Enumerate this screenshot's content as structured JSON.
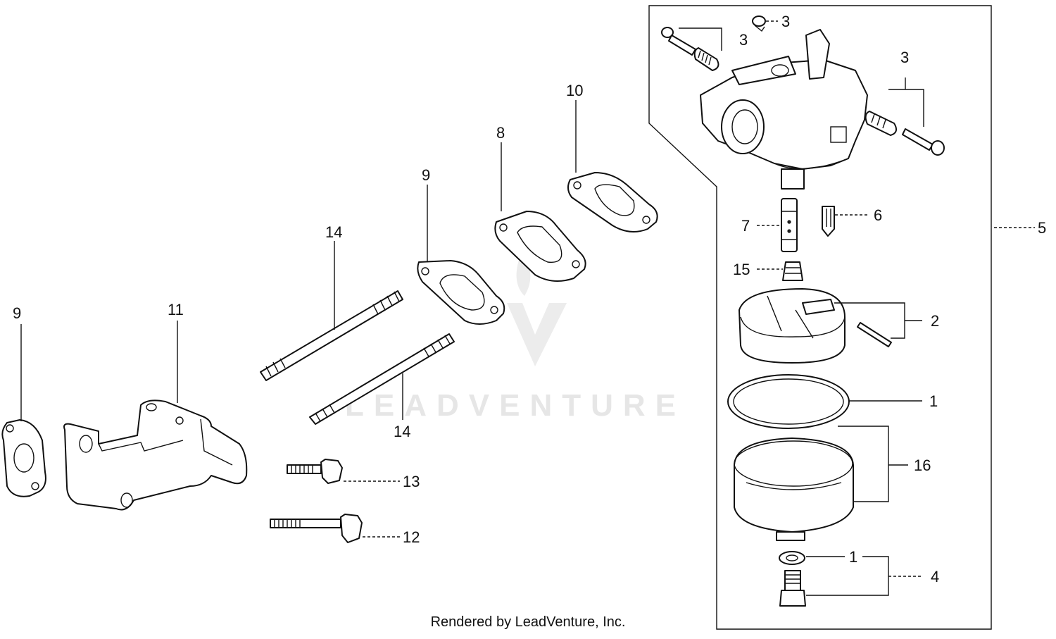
{
  "watermark": "LEADVENTURE",
  "footer": "Rendered by LeadVenture, Inc.",
  "callouts": {
    "c9_left": "9",
    "c11": "11",
    "c14_top": "14",
    "c14_bottom": "14",
    "c9_mid": "9",
    "c8": "8",
    "c10": "10",
    "c13": "13",
    "c12": "12",
    "c3_a": "3",
    "c3_b": "3",
    "c3_c": "3",
    "c7": "7",
    "c6": "6",
    "c5": "5",
    "c15": "15",
    "c2": "2",
    "c1_a": "1",
    "c16": "16",
    "c1_b": "1",
    "c4": "4"
  }
}
